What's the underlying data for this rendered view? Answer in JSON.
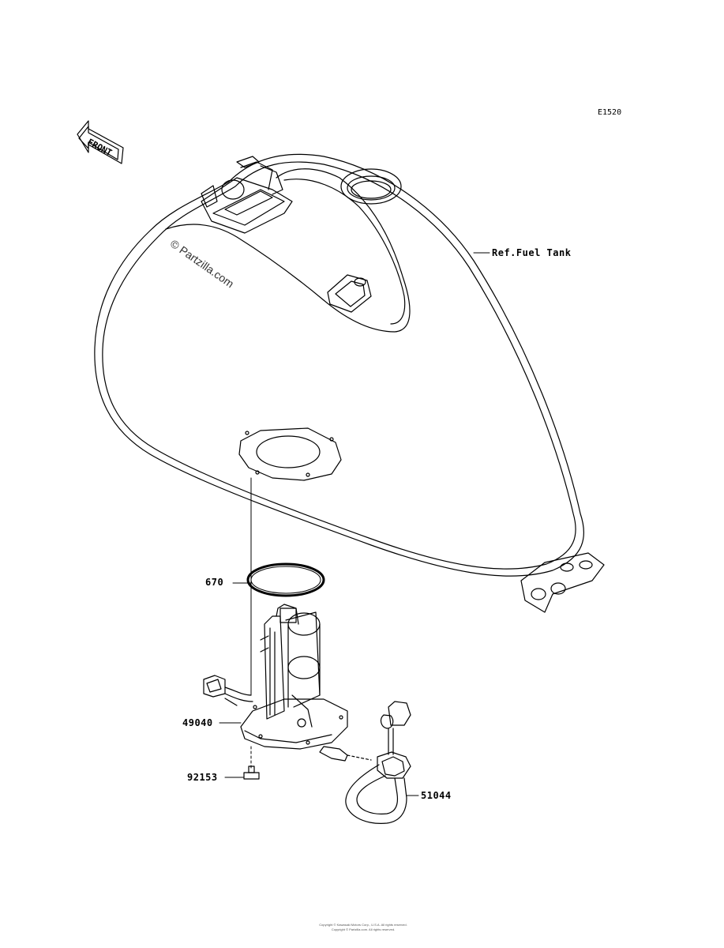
{
  "diagram_code": "E1520",
  "front_label": "FRONT",
  "watermark": "© Partzilla.com",
  "parts": {
    "fuel_tank": "Ref.Fuel Tank",
    "o_ring": "670",
    "fuel_pump": "49040",
    "bolt": "92153",
    "hose": "51044"
  },
  "footer": {
    "line1": "Copyright © Kawasaki Motors Corp., U.S.A. All rights reserved.",
    "line2": "Copyright © Partzilla.com. All rights reserved."
  }
}
